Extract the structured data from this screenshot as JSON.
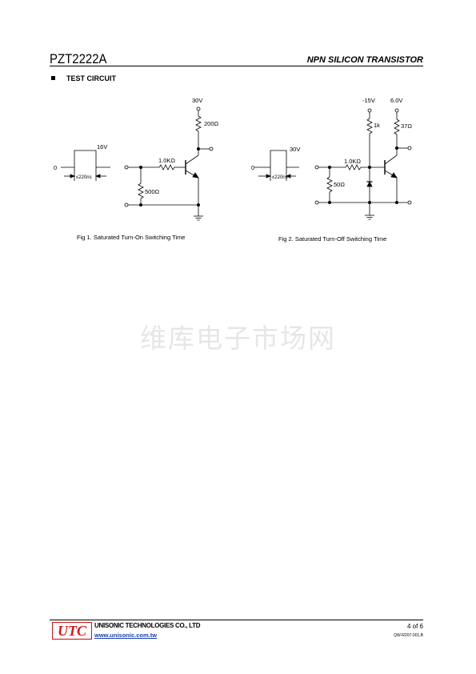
{
  "header": {
    "part_number": "PZT2222A",
    "doc_type": "NPN SILICON TRANSISTOR"
  },
  "section": {
    "title": "TEST CIRCUIT"
  },
  "fig1": {
    "supply": "30V",
    "collector_resistor": "200Ω",
    "base_resistor": "1.0KΩ",
    "shunt_resistor": "500Ω",
    "pulse_high": "16V",
    "pulse_low": "0",
    "pulse_width": "≤220ns",
    "caption": "Fig 1. Saturated Turn-On Switching Time"
  },
  "fig2": {
    "supply_neg": "-15V",
    "supply_pos": "6.0V",
    "bias_resistor": "1k",
    "collector_resistor": "37Ω",
    "base_resistor": "1.0KΩ",
    "shunt_resistor": "50Ω",
    "pulse_high": "30V",
    "pulse_low": "0",
    "pulse_width": "≤220ns",
    "caption": "Fig 2. Saturated Turn-Off Switching Time"
  },
  "watermark": "维库电子市场网",
  "footer": {
    "logo_text": "UTC",
    "company": "UNISONIC TECHNOLOGIES CO., LTD",
    "website": "www.unisonic.com.tw",
    "page": "4 of 6",
    "doc_number": "QW-R207-001,B"
  }
}
